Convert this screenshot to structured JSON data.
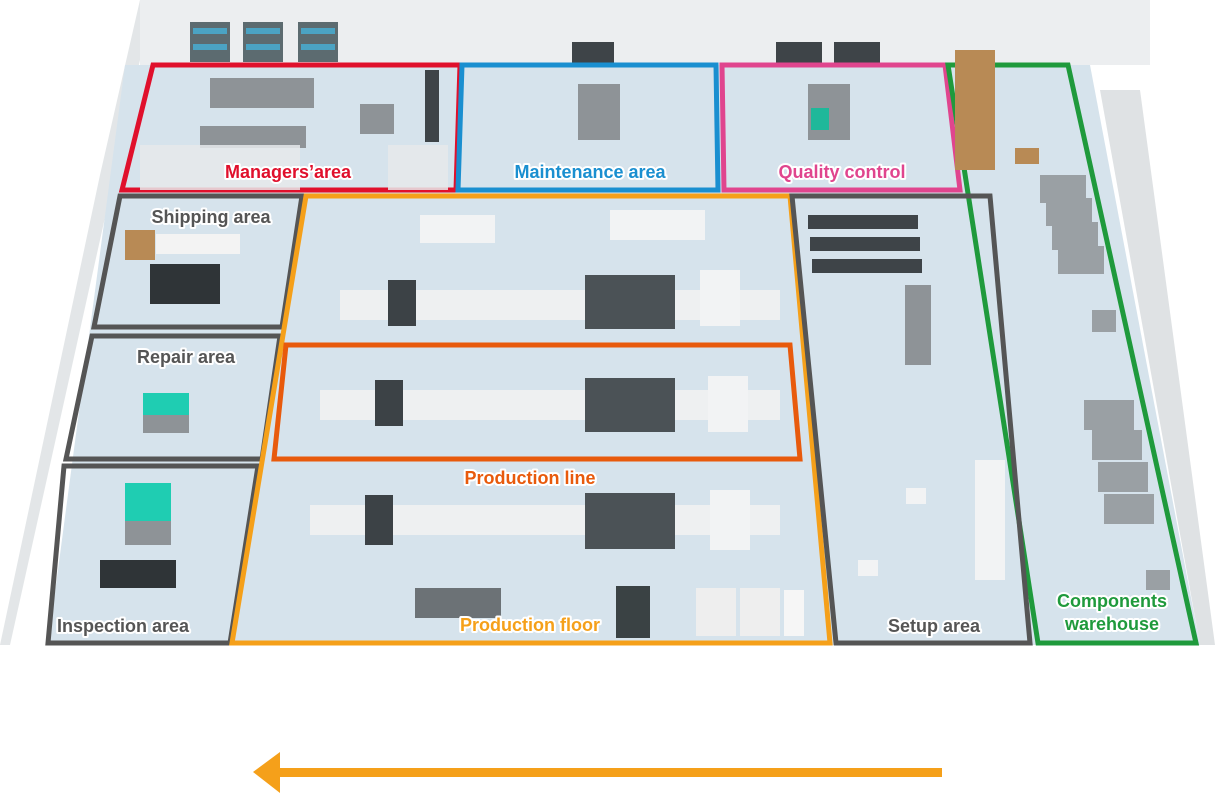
{
  "title": "Factory floor layout",
  "colors": {
    "managers": "#e0102c",
    "maintenance": "#1a8fd0",
    "quality": "#e0458e",
    "warehouse": "#1f9a3c",
    "production_floor": "#f5a01a",
    "production_line": "#e85a0c",
    "neutral_area": "#555555",
    "floor": "#d6e3ec",
    "wall": "#e9ecee",
    "arrow": "#f5a01a"
  },
  "areas": {
    "managers": "Managers’area",
    "maintenance": "Maintenance area",
    "quality": "Quality control",
    "warehouse_line1": "Components",
    "warehouse_line2": "warehouse",
    "shipping": "Shipping area",
    "repair": "Repair area",
    "inspection": "Inspection area",
    "production_line": "Production line",
    "production_floor": "Production floor",
    "setup": "Setup area"
  },
  "flow_arrow": {
    "direction": "left"
  }
}
